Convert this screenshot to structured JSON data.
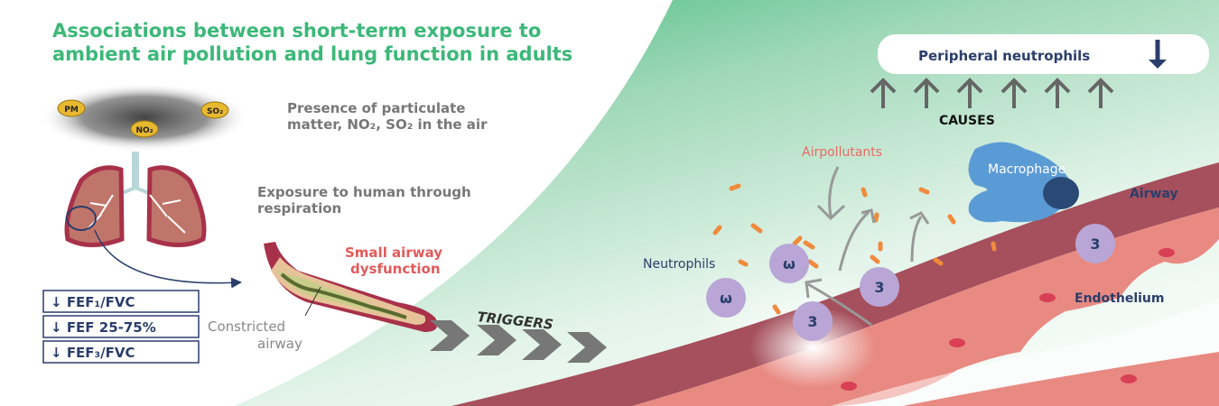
{
  "title": {
    "line1": "Associations between short-term exposure to",
    "line2": "ambient air pollution and lung function in adults"
  },
  "pollutants": {
    "pm": "PM",
    "no2": "NO₂",
    "so2": "SO₂"
  },
  "presence_text": {
    "line1": "Presence of particulate",
    "line2": "matter, NO₂, SO₂ in the air"
  },
  "exposure_text": {
    "line1": "Exposure to human through",
    "line2": "respiration"
  },
  "small_airway": {
    "line1": "Small airway",
    "line2": "dysfunction"
  },
  "constricted": {
    "line1": "Constricted",
    "line2": "airway"
  },
  "measures": [
    "FEF₁/FVC",
    "FEF 25-75%",
    "FEF₃/FVC"
  ],
  "measure_arrow": "↓",
  "triggers": "TRIGGERS",
  "peripheral": "Peripheral neutrophils",
  "causes": "CAUSES",
  "airpollutants": "Airpollutants",
  "macrophage": "Macrophage",
  "airway": "Airway",
  "neutrophils": "Neutrophils",
  "endothelium": "Endothelium",
  "colors": {
    "green": "#3cb878",
    "navy": "#2a3e6b",
    "red": "#e25a5a",
    "orange": "#f08a3c",
    "purple": "#b9a6d6",
    "blue": "#5b9bd5"
  }
}
